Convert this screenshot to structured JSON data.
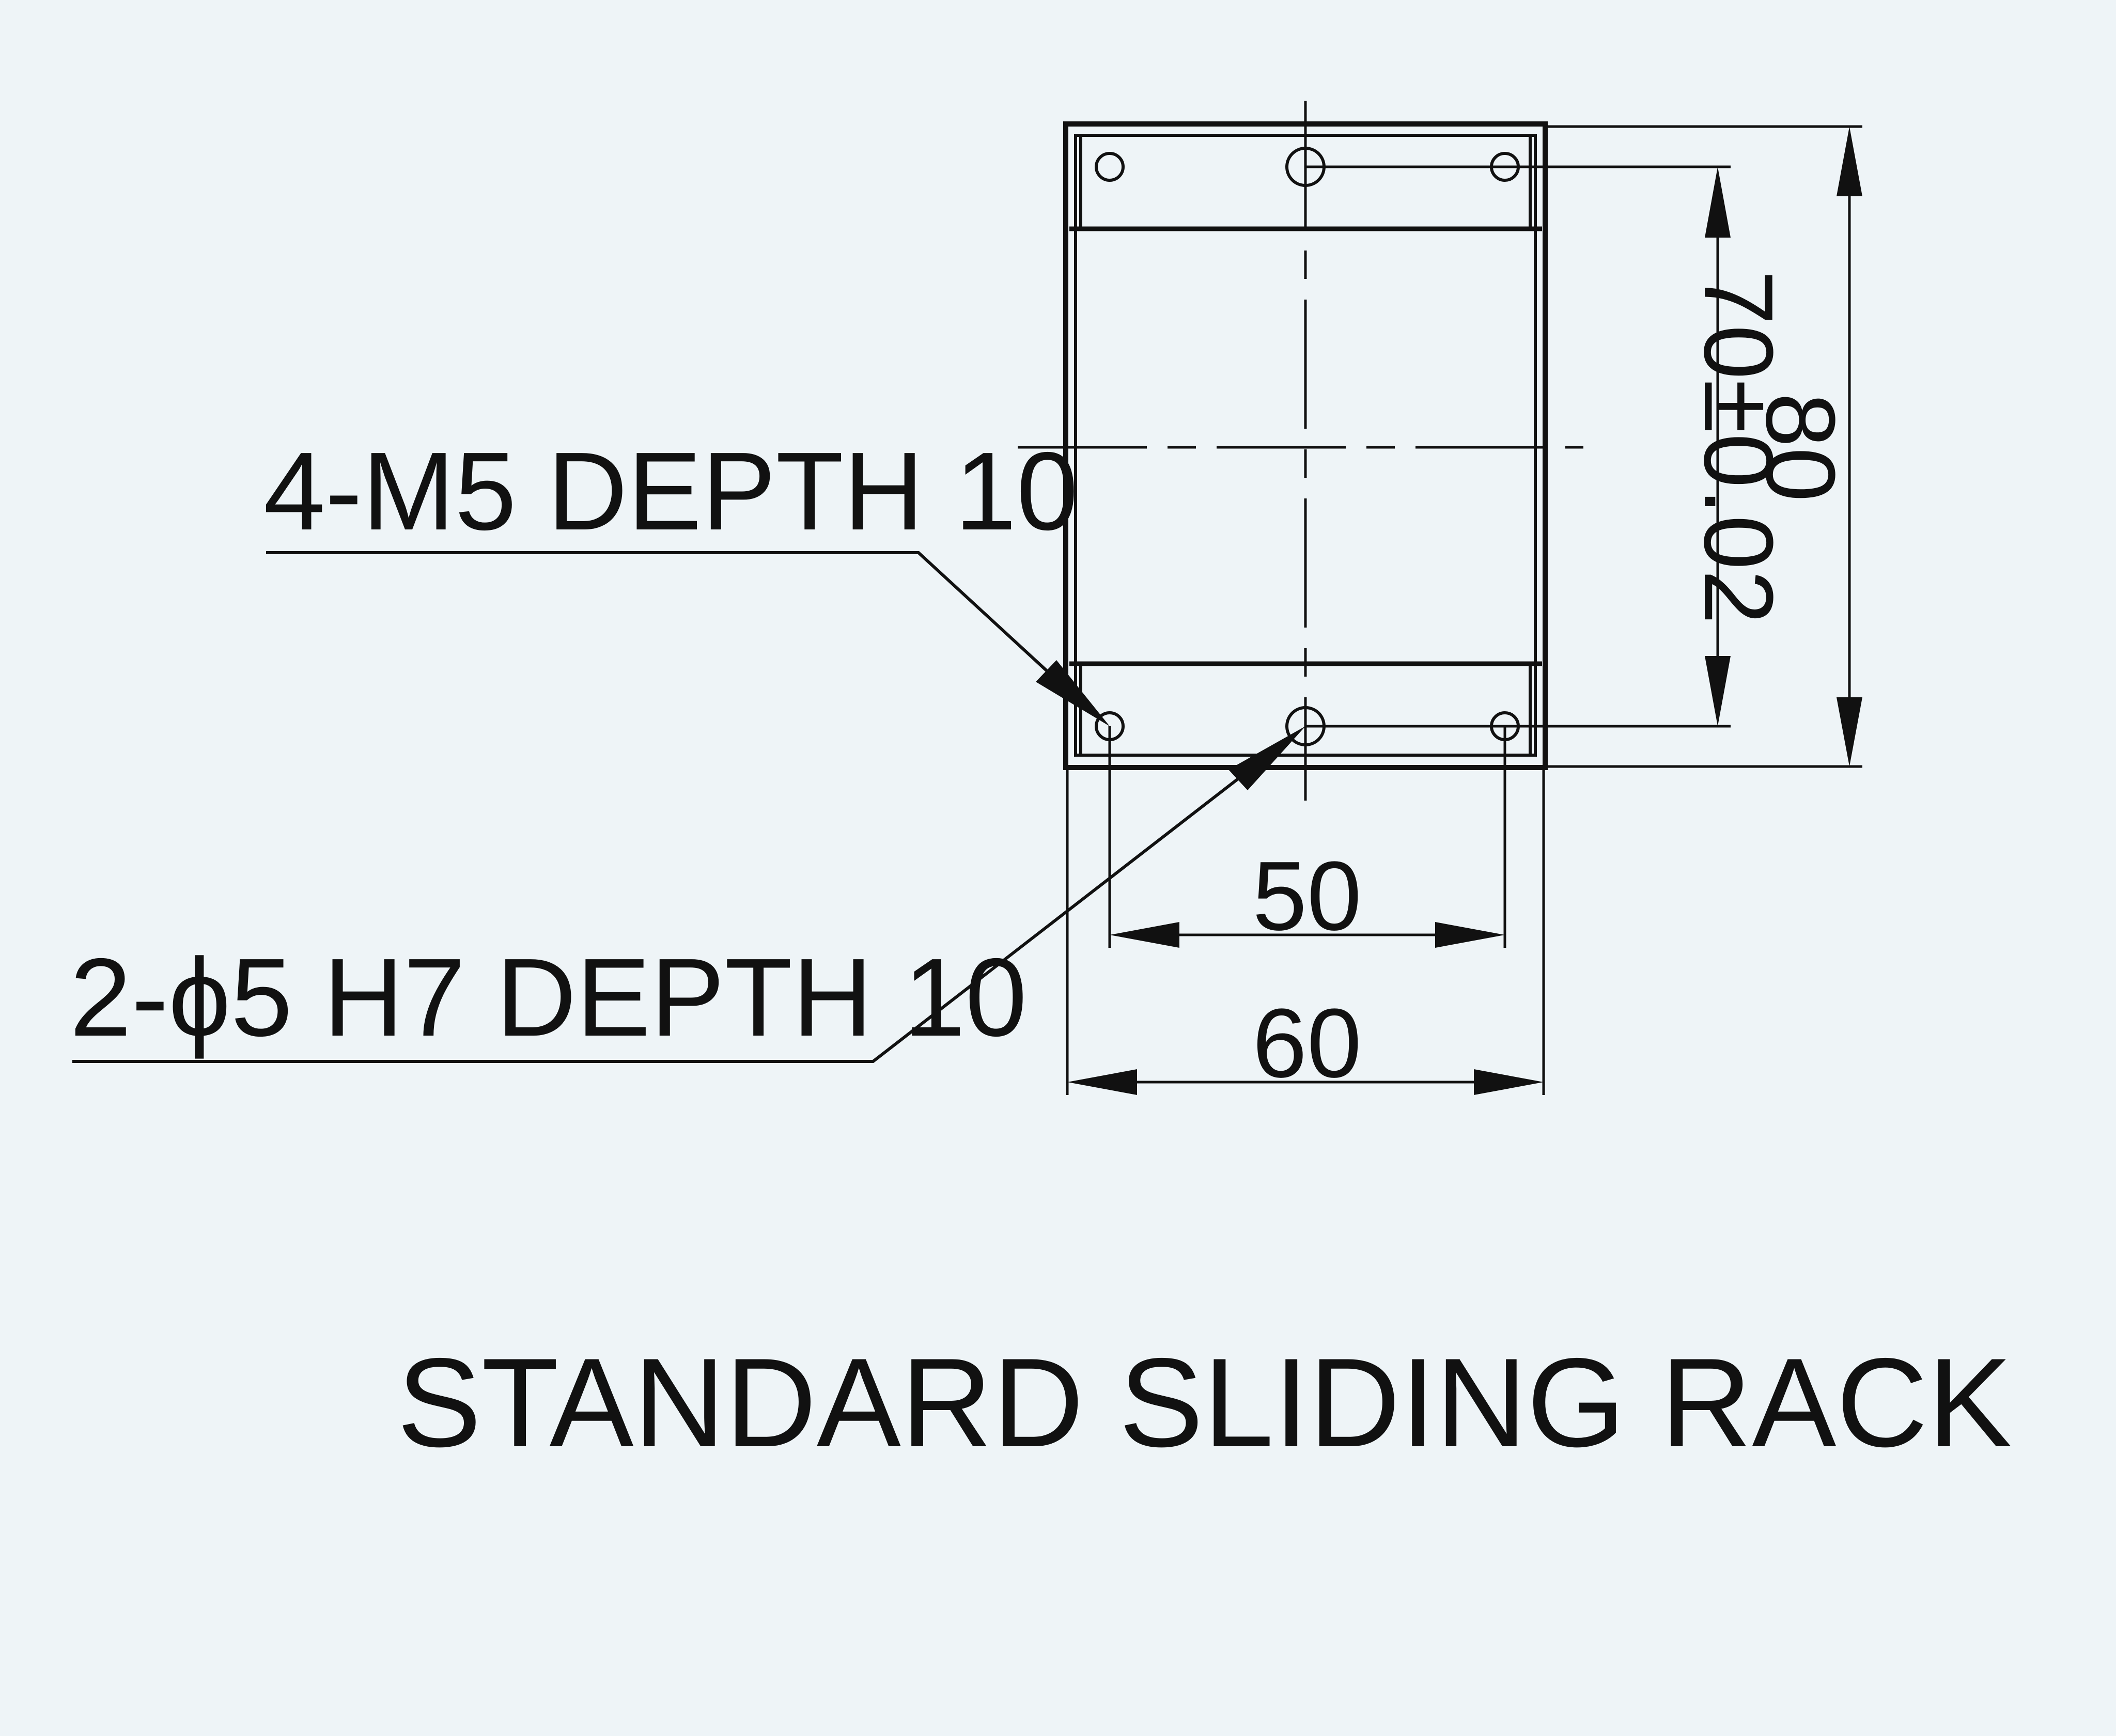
{
  "labels": {
    "callout_threaded": "4-M5 DEPTH 10",
    "callout_pins": "2-ϕ5 H7 DEPTH 10",
    "dim_hole_pitch_y": "70±0.02",
    "dim_height": "80",
    "dim_hole_pitch_x": "50",
    "dim_width": "60",
    "title": "STANDARD SLIDING RACK"
  },
  "colors": {
    "background": "#eef4f7",
    "ink": "#111111"
  }
}
